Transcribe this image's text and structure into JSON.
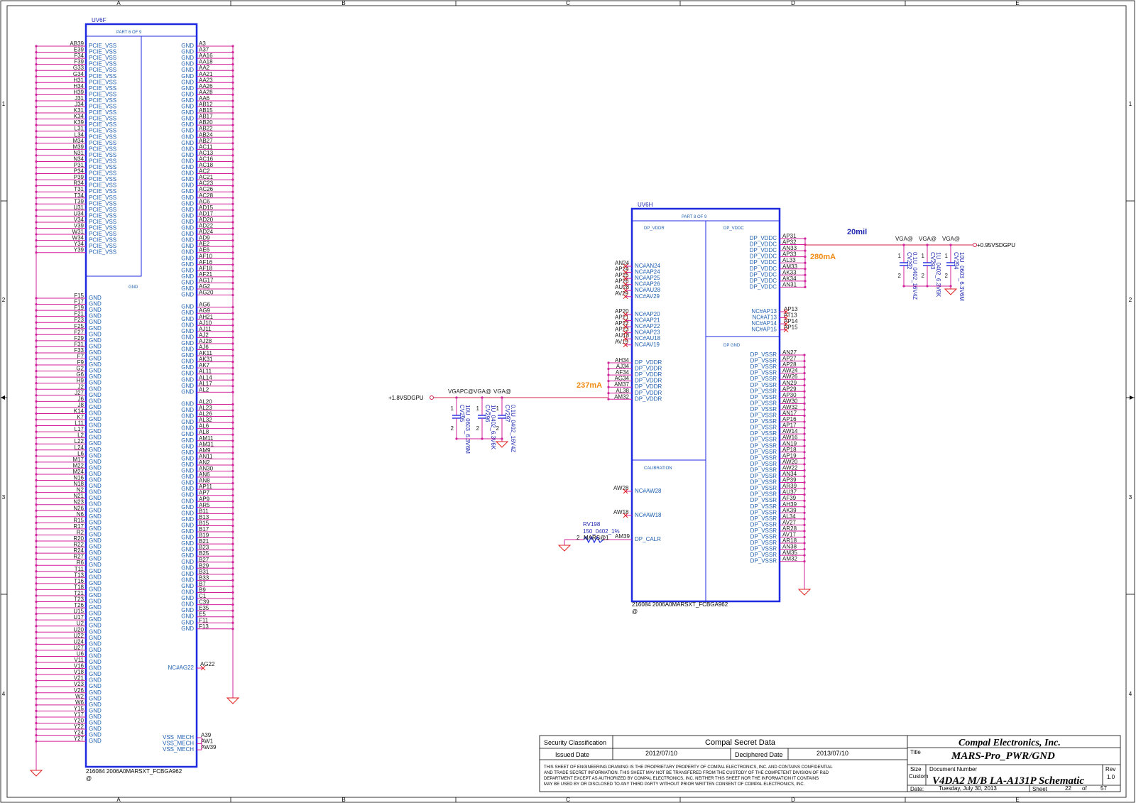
{
  "border": {
    "cols": [
      "A",
      "B",
      "C",
      "D",
      "E"
    ],
    "rows": [
      "1",
      "2",
      "3",
      "4"
    ]
  },
  "uv6f": {
    "ref": "UV6F",
    "part": "PART 6 OF 9",
    "group": "GND",
    "footprint": "216084 2006A0MARSXT_FCBGA962",
    "at": "@",
    "top_left_pins": [
      "AB39",
      "E39",
      "F34",
      "F39",
      "G33",
      "G34",
      "H31",
      "H34",
      "H39",
      "J31",
      "J34",
      "K31",
      "K34",
      "K39",
      "L31",
      "L34",
      "M34",
      "M39",
      "N31",
      "N34",
      "P31",
      "P34",
      "P39",
      "R34",
      "T31",
      "T34",
      "T39",
      "U31",
      "U34",
      "V34",
      "V39",
      "W31",
      "W34",
      "Y34",
      "Y39"
    ],
    "top_left_name": "PCIE_VSS",
    "bottom_left_pins": [
      "F15",
      "F17",
      "F19",
      "F21",
      "F23",
      "F25",
      "F27",
      "F29",
      "F31",
      "F33",
      "F7",
      "F9",
      "G2",
      "G6",
      "H9",
      "J2",
      "J27",
      "J6",
      "J8",
      "K14",
      "K7",
      "L11",
      "L17",
      "L2",
      "L22",
      "L24",
      "L6",
      "M17",
      "M22",
      "M24",
      "N16",
      "N18",
      "N2",
      "N21",
      "N23",
      "N26",
      "N6",
      "R15",
      "R17",
      "R2",
      "R20",
      "R22",
      "R24",
      "R27",
      "R6",
      "T11",
      "T13",
      "T16",
      "T18",
      "T21",
      "T23",
      "T26",
      "U15",
      "U17",
      "U2",
      "U20",
      "U22",
      "U24",
      "U27",
      "U6",
      "V11",
      "V16",
      "V18",
      "V21",
      "V23",
      "V26",
      "W2",
      "W6",
      "Y15",
      "Y17",
      "Y20",
      "Y22",
      "Y24",
      "Y27"
    ],
    "left_name": "GND",
    "right_pins": [
      "A3",
      "A37",
      "AA16",
      "AA18",
      "AA2",
      "AA21",
      "AA23",
      "AA26",
      "AA28",
      "AA6",
      "AB12",
      "AB15",
      "AB17",
      "AB20",
      "AB22",
      "AB24",
      "AB27",
      "AC11",
      "AC13",
      "AC16",
      "AC18",
      "AC2",
      "AC21",
      "AC23",
      "AC26",
      "AC28",
      "AC6",
      "AD15",
      "AD17",
      "AD20",
      "AD22",
      "AD24",
      "AD9",
      "AE2",
      "AE6",
      "AF10",
      "AF16",
      "AF18",
      "AF21",
      "AG17",
      "AG2",
      "AG20",
      "AG6",
      "AG9",
      "AH21",
      "AJ10",
      "AJ11",
      "AJ2",
      "AJ28",
      "AJ6",
      "AK11",
      "AK31",
      "AK7",
      "AL11",
      "AL14",
      "AL17",
      "AL2",
      "AL20",
      "AL23",
      "AL26",
      "AL32",
      "AL6",
      "AL8",
      "AM11",
      "AM31",
      "AM9",
      "AN11",
      "AN2",
      "AN30",
      "AN6",
      "AN8",
      "AP11",
      "AP7",
      "AP9",
      "AR5",
      "B11",
      "B13",
      "B15",
      "B17",
      "B19",
      "B21",
      "B23",
      "B25",
      "B27",
      "B29",
      "B31",
      "B33",
      "B7",
      "B9",
      "C1",
      "C39",
      "E35",
      "E5",
      "F11",
      "F13"
    ],
    "right_name": "GND",
    "nc_pin": "AG22",
    "nc_name": "NC#AG22",
    "mech_pins": [
      "A39",
      "AW1",
      "AW39"
    ],
    "mech_name": "VSS_MECH"
  },
  "uv6h": {
    "ref": "UV6H",
    "part": "PART 8 OF 9",
    "dp_vddr_hdr": "DP_VDDR",
    "dp_vddc_hdr": "DP_VDDC",
    "dp_gnd_hdr": "DP GND",
    "calibration_hdr": "CALIBRATION",
    "footprint": "216084 2006A0MARSXT_FCBGA962",
    "at": "@",
    "nc_group1": [
      [
        "AN24",
        "NC#AN24"
      ],
      [
        "AP24",
        "NC#AP24"
      ],
      [
        "AP25",
        "NC#AP25"
      ],
      [
        "AP26",
        "NC#AP26"
      ],
      [
        "AU28",
        "NC#AU28"
      ],
      [
        "AV29",
        "NC#AV29"
      ]
    ],
    "nc_group2": [
      [
        "AP20",
        "NC#AP20"
      ],
      [
        "AP21",
        "NC#AP21"
      ],
      [
        "AP22",
        "NC#AP22"
      ],
      [
        "AP23",
        "NC#AP23"
      ],
      [
        "AU18",
        "NC#AU18"
      ],
      [
        "AV19",
        "NC#AV19"
      ]
    ],
    "vddr_pins": [
      "AH34",
      "AJ34",
      "AF34",
      "AG34",
      "AM37",
      "AL38",
      "AM32"
    ],
    "vddr_name": "DP_VDDR",
    "vddc_pins": [
      "AP31",
      "AP32",
      "AN33",
      "AP33",
      "AL33",
      "AM33",
      "AK33",
      "AK34",
      "AN31"
    ],
    "vddc_name": "DP_VDDC",
    "nc_right": [
      [
        "AP13",
        "NC#AP13"
      ],
      [
        "AT13",
        "NC#AT13"
      ],
      [
        "AP14",
        "NC#AP14"
      ],
      [
        "AP15",
        "NC#AP15"
      ]
    ],
    "vssr_pins": [
      "AN27",
      "AP27",
      "AP28",
      "AW24",
      "AW26",
      "AN29",
      "AP29",
      "AP30",
      "AW30",
      "AW32",
      "AN17",
      "AP16",
      "AP17",
      "AW14",
      "AW16",
      "AN19",
      "AP18",
      "AP19",
      "AW20",
      "AW22",
      "AN34",
      "AP39",
      "AR39",
      "AU37",
      "AF39",
      "AH39",
      "AK39",
      "AL34",
      "AV27",
      "AR28",
      "AV17",
      "AR18",
      "AN38",
      "AM35",
      "AM32"
    ],
    "vssr_name": "DP_VSSR",
    "cal_nc": [
      [
        "AW28",
        "NC#AW28"
      ],
      [
        "AW18",
        "NC#AW18"
      ]
    ],
    "calr_pin": "AM39",
    "calr_name": "DP_CALR"
  },
  "power": {
    "vsdgpu18": "+1.8VSDGPU",
    "vsdgpu095": "+0.95VSDGPU",
    "cur_237": "237mA",
    "cur_280": "280mA",
    "width_20mil": "20mil"
  },
  "caps_left": [
    {
      "tag": "VGAPC@",
      "ref": "CV295",
      "val": "10U_0603_6.3V6M"
    },
    {
      "tag": "VGA@",
      "ref": "CV296",
      "val": "1U_0402_6.3V6K"
    },
    {
      "tag": "VGA@",
      "ref": "CV297",
      "val": "0.1U_0402_16V4Z"
    }
  ],
  "caps_right": [
    {
      "tag": "VGA@",
      "ref": "CV292",
      "val": "0.1U_0402_16V4Z"
    },
    {
      "tag": "VGA@",
      "ref": "CV293",
      "val": "1U_0402_6.3V6K"
    },
    {
      "tag": "VGA@",
      "ref": "CV294",
      "val": "10U_0603_6.3V6M"
    }
  ],
  "resistor": {
    "ref": "RV198",
    "val": "150_0402_1%",
    "tag": "MARS@",
    "p2": "2",
    "p1": "1"
  },
  "title_block": {
    "sec_class_label": "Security Classification",
    "sec_class_value": "Compal Secret Data",
    "issued_label": "Issued Date",
    "issued_value": "2012/07/10",
    "deciphered_label": "Deciphered Date",
    "deciphered_value": "2013/07/10",
    "notice_1": "THIS SHEET OF ENGINEERING DRAWING IS THE PROPRIETARY PROPERTY OF COMPAL ELECTRONICS, INC. AND CONTAINS CONFIDENTIAL",
    "notice_2": "AND TRADE SECRET INFORMATION. THIS SHEET MAY NOT BE TRANSFERED FROM THE CUSTODY OF THE COMPETENT DIVISION OF R&D",
    "notice_3": "DEPARTMENT EXCEPT AS AUTHORIZED BY COMPAL ELECTRONICS, INC. NEITHER THIS SHEET NOR THE INFORMATION IT CONTAINS",
    "notice_4": "MAY BE USED BY OR DISCLOSED TO ANY THIRD PARTY WITHOUT PRIOR WRITTEN CONSENT OF COMPAL ELECTRONICS, INC.",
    "company": "Compal Electronics, Inc.",
    "title_label": "Title",
    "title": "MARS-Pro_PWR/GND",
    "size_label": "Size",
    "size": "Custom",
    "docnum_label": "Document Number",
    "docnum": "V4DA2 M/B LA-A131P Schematic",
    "rev_label": "Rev",
    "rev": "1.0",
    "date_label": "Date:",
    "date": "Tuesday, July 30, 2013",
    "sheet_label": "Sheet",
    "sheet": "22",
    "of_label": "of",
    "total": "57"
  }
}
